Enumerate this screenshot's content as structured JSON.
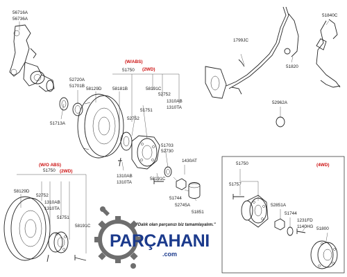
{
  "labels": {
    "l56716A": "56716A",
    "l56736A": "56736A",
    "l51713A": "51713A",
    "l52720A": "52720A",
    "l51701B": "51701B",
    "l58129D_top": "58129D",
    "l58181B": "58181B",
    "l51750_top": "51750",
    "l58191C_top": "58191C",
    "l52752_top": "52752",
    "l1310AB_top": "1310AB",
    "l1310TA_top": "1310TA",
    "l52752_mid": "52752",
    "l51751_top": "51751",
    "l51703": "51703",
    "l52730": "52730",
    "l1310AB_mid": "1310AB",
    "l1310TA_mid": "1310TA",
    "l1430AT": "1430AT",
    "l58191C_mid": "58191C",
    "l51744_mid": "51744",
    "l52745A": "52745A",
    "l51851": "51851",
    "l1799JC": "1799JC",
    "l51840C": "51840C",
    "l51820": "51820",
    "l52962A": "52962A",
    "l51750_bot": "51750",
    "l58129D_bot": "58129D",
    "l52752_bot": "52752",
    "l1310AB_bot": "1310AB",
    "l1310TA_bot": "1310TA",
    "l51751_bot": "51751",
    "l58191C_bot": "58191C",
    "l51750_4wd": "51750",
    "l51757": "51757",
    "l52851A": "52851A",
    "l51744_4wd": "51744",
    "l1231FD": "1231FD",
    "l1140HG": "1140HG",
    "l51800": "51800"
  },
  "badges": {
    "w_abs": "(W/ABS)",
    "wd2_top": "(2WD)",
    "wo_abs": "(W/O ABS)",
    "wd2_bot": "(2WD)",
    "wd4": "(4WD)"
  },
  "watermark": {
    "tagline": "\"Dalık olan parçanızı biz tamamlayalım.\"",
    "brand": "PARÇAHANI",
    "domain": ".com"
  },
  "colors": {
    "label_red": "#cc1111",
    "brand_blue": "#1b3a8c",
    "logo_gray": "#6e6e6e"
  }
}
